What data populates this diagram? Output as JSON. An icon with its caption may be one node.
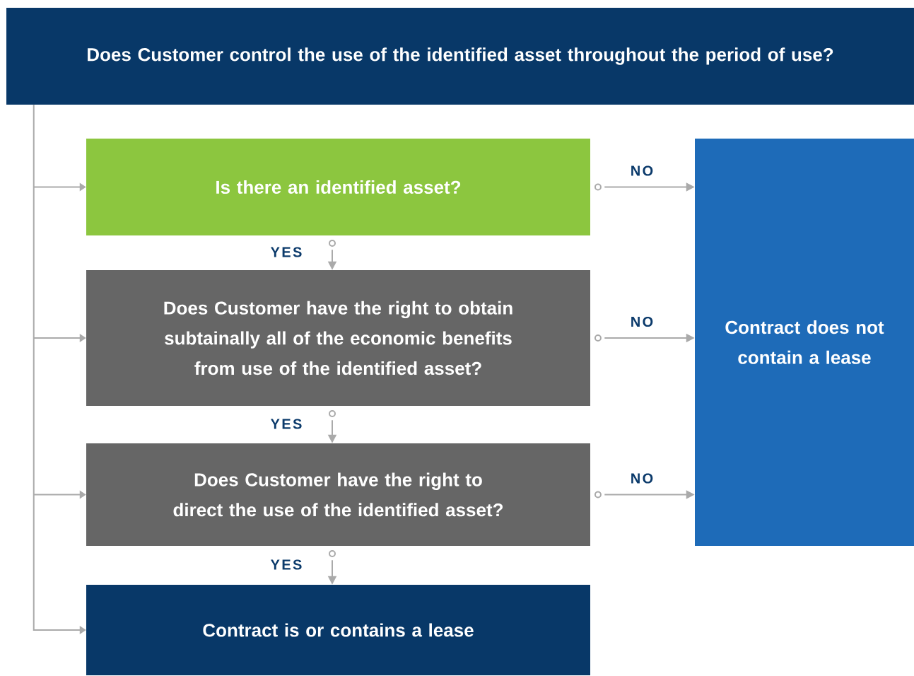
{
  "diagram": {
    "nodes": [
      {
        "text": [
          "Does Customer control the use of the identified asset throughout the period of use?"
        ]
      },
      {
        "text": [
          "Is there an identified asset?"
        ]
      },
      {
        "text": [
          "Does Customer have the right to obtain subtainally all of the economic benefits from use of the identified asset?"
        ]
      },
      {
        "text": [
          "Does Customer have the right to direct the use of the identified asset?"
        ]
      },
      {
        "text": [
          "Contract is or contains a lease"
        ]
      },
      {
        "text": [
          "Contract does not contain a lease"
        ]
      }
    ],
    "edges": [
      {
        "from": 0,
        "to": 1,
        "arrow": "to"
      },
      {
        "from": 0,
        "to": 2,
        "arrow": "to"
      },
      {
        "from": 0,
        "to": 3,
        "arrow": "to"
      },
      {
        "from": 0,
        "to": 4,
        "arrow": "to"
      },
      {
        "from": 1,
        "to": 2,
        "arrow": "to",
        "label": "YES"
      },
      {
        "from": 2,
        "to": 3,
        "arrow": "to",
        "label": "YES"
      },
      {
        "from": 3,
        "to": 4,
        "arrow": "to",
        "label": "YES"
      },
      {
        "from": 1,
        "to": 5,
        "arrow": "to",
        "label": "NO"
      },
      {
        "from": 2,
        "to": 5,
        "arrow": "to",
        "label": "NO"
      },
      {
        "from": 3,
        "to": 5,
        "arrow": "to",
        "label": "NO"
      }
    ]
  }
}
